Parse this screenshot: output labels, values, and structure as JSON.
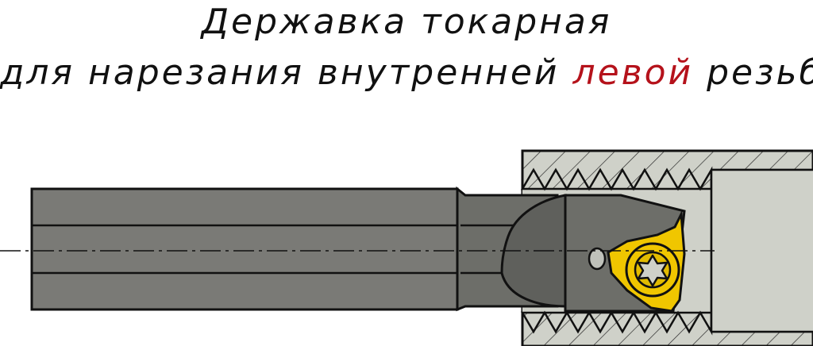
{
  "title": {
    "line1": "Державка токарная",
    "line2_prefix": "для нарезания внутренней",
    "line2_accent": "левой",
    "line2_suffix": "резьбы"
  },
  "colors": {
    "accent": "#b5121b",
    "holder": "#7a7a76",
    "holder_dark": "#5f605c",
    "workpiece": "#cfd1c9",
    "insert": "#f0c600",
    "outline": "#111111"
  },
  "components": {
    "holder": "boring-bar",
    "workpiece": "internal-thread-workpiece",
    "insert": "threading-insert",
    "screw": "torx-screw-icon",
    "axis": "center-line"
  }
}
